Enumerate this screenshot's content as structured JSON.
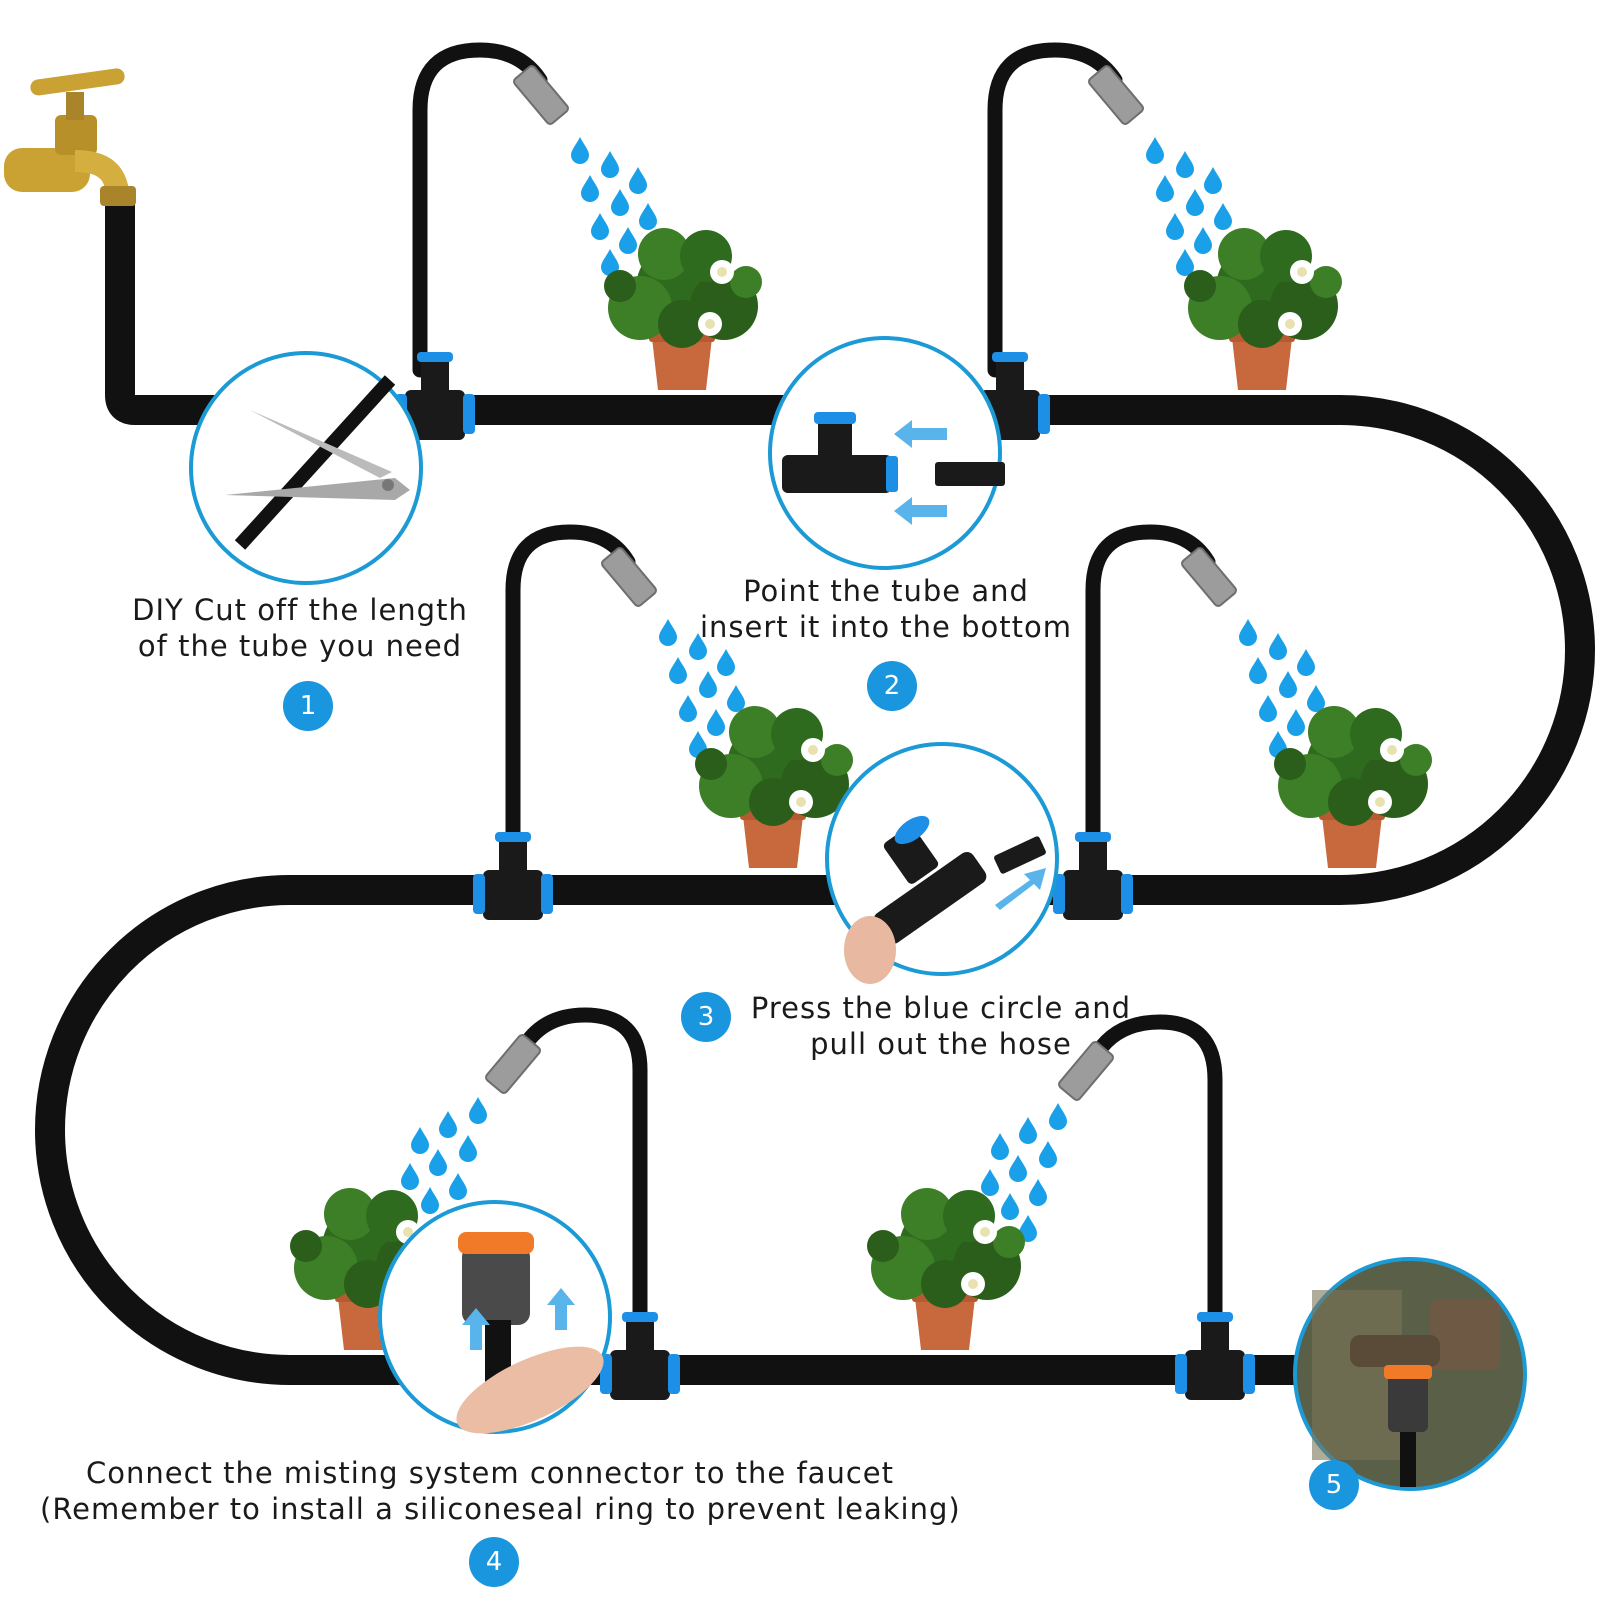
{
  "colors": {
    "tube": "#111111",
    "connector_blue": "#1e8fe6",
    "water_drop": "#1aa0e8",
    "circle_border": "#1c9ad6",
    "badge": "#1a96df",
    "pot": "#c8693d",
    "leaf": "#2f6b1f",
    "brass": "#c9a233"
  },
  "icons": [
    "faucet-icon",
    "scissors-icon",
    "tee-connector-icon",
    "mist-nozzle-icon",
    "water-drop-icon",
    "potted-plant-icon",
    "hand-icon",
    "faucet-adapter-icon",
    "arrow-icon"
  ],
  "steps": [
    {
      "number": "1",
      "lines": [
        "DIY Cut off the length",
        "of the tube you need"
      ]
    },
    {
      "number": "2",
      "lines": [
        "Point the tube and",
        "insert it into the bottom"
      ]
    },
    {
      "number": "3",
      "lines": [
        "Press the blue circle and",
        "pull out the hose"
      ]
    },
    {
      "number": "4",
      "lines": [
        "Connect the misting system connector to the faucet",
        "(Remember to install a siliconeseal ring to prevent leaking)"
      ]
    },
    {
      "number": "5",
      "lines": []
    }
  ]
}
